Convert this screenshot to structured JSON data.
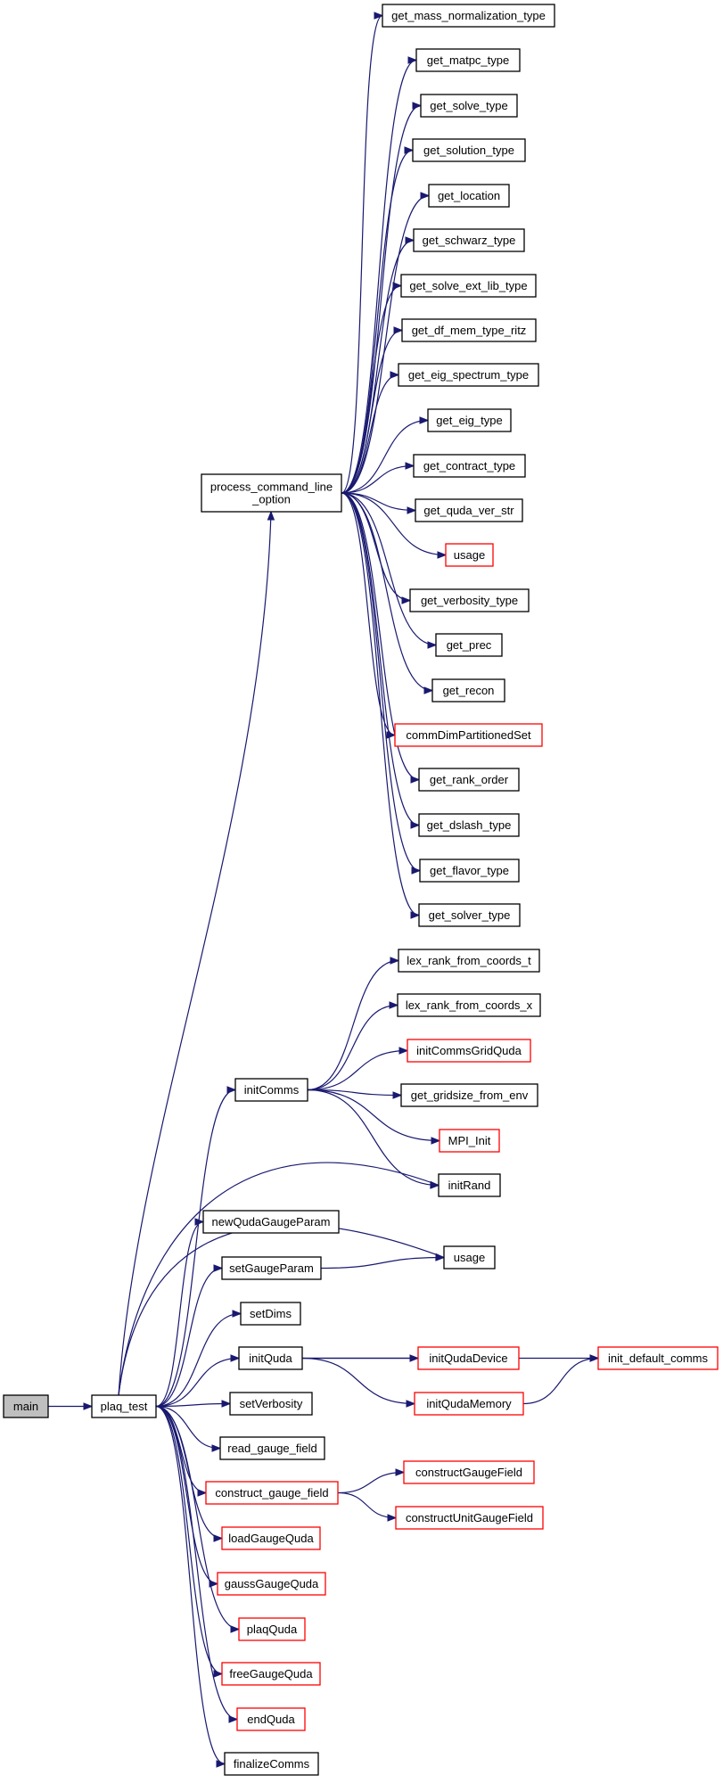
{
  "diagram": {
    "title": "",
    "colors": {
      "edge": "#191970",
      "normal_border": "#000000",
      "truncated_border": "#ff0000",
      "root_fill": "#bfbfbf",
      "node_fill": "#ffffff"
    },
    "nodes": {
      "main": {
        "label": "main",
        "style": "root"
      },
      "plaq_test": {
        "label": "plaq_test",
        "style": "normal"
      },
      "process_command_line_option": {
        "label": "process_command_line\n_option",
        "style": "normal"
      },
      "get_mass_normalization_type": {
        "label": "get_mass_normalization_type",
        "style": "normal"
      },
      "get_matpc_type": {
        "label": "get_matpc_type",
        "style": "normal"
      },
      "get_solve_type": {
        "label": "get_solve_type",
        "style": "normal"
      },
      "get_solution_type": {
        "label": "get_solution_type",
        "style": "normal"
      },
      "get_location": {
        "label": "get_location",
        "style": "normal"
      },
      "get_schwarz_type": {
        "label": "get_schwarz_type",
        "style": "normal"
      },
      "get_solve_ext_lib_type": {
        "label": "get_solve_ext_lib_type",
        "style": "normal"
      },
      "get_df_mem_type_ritz": {
        "label": "get_df_mem_type_ritz",
        "style": "normal"
      },
      "get_eig_spectrum_type": {
        "label": "get_eig_spectrum_type",
        "style": "normal"
      },
      "get_eig_type": {
        "label": "get_eig_type",
        "style": "normal"
      },
      "get_contract_type": {
        "label": "get_contract_type",
        "style": "normal"
      },
      "get_quda_ver_str": {
        "label": "get_quda_ver_str",
        "style": "normal"
      },
      "usage_red": {
        "label": "usage",
        "style": "truncated"
      },
      "get_verbosity_type": {
        "label": "get_verbosity_type",
        "style": "normal"
      },
      "get_prec": {
        "label": "get_prec",
        "style": "normal"
      },
      "get_recon": {
        "label": "get_recon",
        "style": "normal"
      },
      "commDimPartitionedSet": {
        "label": "commDimPartitionedSet",
        "style": "truncated"
      },
      "get_rank_order": {
        "label": "get_rank_order",
        "style": "normal"
      },
      "get_dslash_type": {
        "label": "get_dslash_type",
        "style": "normal"
      },
      "get_flavor_type": {
        "label": "get_flavor_type",
        "style": "normal"
      },
      "get_solver_type": {
        "label": "get_solver_type",
        "style": "normal"
      },
      "lex_rank_from_coords_t": {
        "label": "lex_rank_from_coords_t",
        "style": "normal"
      },
      "lex_rank_from_coords_x": {
        "label": "lex_rank_from_coords_x",
        "style": "normal"
      },
      "initCommsGridQuda": {
        "label": "initCommsGridQuda",
        "style": "truncated"
      },
      "get_gridsize_from_env": {
        "label": "get_gridsize_from_env",
        "style": "normal"
      },
      "MPI_Init": {
        "label": "MPI_Init",
        "style": "truncated"
      },
      "initRand": {
        "label": "initRand",
        "style": "normal"
      },
      "initComms": {
        "label": "initComms",
        "style": "normal"
      },
      "usage": {
        "label": "usage",
        "style": "normal"
      },
      "newQudaGaugeParam": {
        "label": "newQudaGaugeParam",
        "style": "normal"
      },
      "setGaugeParam": {
        "label": "setGaugeParam",
        "style": "normal"
      },
      "setDims": {
        "label": "setDims",
        "style": "normal"
      },
      "initQuda": {
        "label": "initQuda",
        "style": "normal"
      },
      "initQudaDevice": {
        "label": "initQudaDevice",
        "style": "truncated"
      },
      "initQudaMemory": {
        "label": "initQudaMemory",
        "style": "truncated"
      },
      "init_default_comms": {
        "label": "init_default_comms",
        "style": "truncated"
      },
      "setVerbosity": {
        "label": "setVerbosity",
        "style": "normal"
      },
      "read_gauge_field": {
        "label": "read_gauge_field",
        "style": "normal"
      },
      "construct_gauge_field": {
        "label": "construct_gauge_field",
        "style": "truncated"
      },
      "constructGaugeField": {
        "label": "constructGaugeField",
        "style": "truncated"
      },
      "constructUnitGaugeField": {
        "label": "constructUnitGaugeField",
        "style": "truncated"
      },
      "loadGaugeQuda": {
        "label": "loadGaugeQuda",
        "style": "truncated"
      },
      "gaussGaugeQuda": {
        "label": "gaussGaugeQuda",
        "style": "truncated"
      },
      "plaqQuda": {
        "label": "plaqQuda",
        "style": "truncated"
      },
      "freeGaugeQuda": {
        "label": "freeGaugeQuda",
        "style": "truncated"
      },
      "endQuda": {
        "label": "endQuda",
        "style": "truncated"
      },
      "finalizeComms": {
        "label": "finalizeComms",
        "style": "normal"
      }
    },
    "edges": [
      [
        "main",
        "plaq_test"
      ],
      [
        "process_command_line_option",
        "get_mass_normalization_type"
      ],
      [
        "process_command_line_option",
        "get_matpc_type"
      ],
      [
        "process_command_line_option",
        "get_solve_type"
      ],
      [
        "process_command_line_option",
        "get_solution_type"
      ],
      [
        "process_command_line_option",
        "get_location"
      ],
      [
        "process_command_line_option",
        "get_schwarz_type"
      ],
      [
        "process_command_line_option",
        "get_solve_ext_lib_type"
      ],
      [
        "process_command_line_option",
        "get_df_mem_type_ritz"
      ],
      [
        "process_command_line_option",
        "get_eig_spectrum_type"
      ],
      [
        "process_command_line_option",
        "get_eig_type"
      ],
      [
        "process_command_line_option",
        "get_contract_type"
      ],
      [
        "process_command_line_option",
        "get_quda_ver_str"
      ],
      [
        "process_command_line_option",
        "usage_red"
      ],
      [
        "process_command_line_option",
        "get_verbosity_type"
      ],
      [
        "process_command_line_option",
        "get_prec"
      ],
      [
        "process_command_line_option",
        "get_recon"
      ],
      [
        "process_command_line_option",
        "commDimPartitionedSet"
      ],
      [
        "process_command_line_option",
        "get_rank_order"
      ],
      [
        "process_command_line_option",
        "get_dslash_type"
      ],
      [
        "process_command_line_option",
        "get_flavor_type"
      ],
      [
        "process_command_line_option",
        "get_solver_type"
      ],
      [
        "plaq_test",
        "process_command_line_option"
      ],
      [
        "initComms",
        "lex_rank_from_coords_t"
      ],
      [
        "initComms",
        "lex_rank_from_coords_x"
      ],
      [
        "initComms",
        "initCommsGridQuda"
      ],
      [
        "initComms",
        "get_gridsize_from_env"
      ],
      [
        "initComms",
        "MPI_Init"
      ],
      [
        "initComms",
        "initRand"
      ],
      [
        "plaq_test",
        "initComms"
      ],
      [
        "plaq_test",
        "initRand"
      ],
      [
        "plaq_test",
        "usage"
      ],
      [
        "plaq_test",
        "newQudaGaugeParam"
      ],
      [
        "plaq_test",
        "setGaugeParam"
      ],
      [
        "setGaugeParam",
        "usage"
      ],
      [
        "plaq_test",
        "setDims"
      ],
      [
        "plaq_test",
        "initQuda"
      ],
      [
        "initQuda",
        "init_default_comms"
      ],
      [
        "initQuda",
        "initQudaDevice"
      ],
      [
        "initQuda",
        "initQudaMemory"
      ],
      [
        "initQudaMemory",
        "init_default_comms"
      ],
      [
        "plaq_test",
        "setVerbosity"
      ],
      [
        "plaq_test",
        "read_gauge_field"
      ],
      [
        "plaq_test",
        "construct_gauge_field"
      ],
      [
        "construct_gauge_field",
        "constructGaugeField"
      ],
      [
        "construct_gauge_field",
        "constructUnitGaugeField"
      ],
      [
        "plaq_test",
        "loadGaugeQuda"
      ],
      [
        "plaq_test",
        "gaussGaugeQuda"
      ],
      [
        "plaq_test",
        "plaqQuda"
      ],
      [
        "plaq_test",
        "freeGaugeQuda"
      ],
      [
        "plaq_test",
        "endQuda"
      ],
      [
        "plaq_test",
        "finalizeComms"
      ]
    ]
  }
}
